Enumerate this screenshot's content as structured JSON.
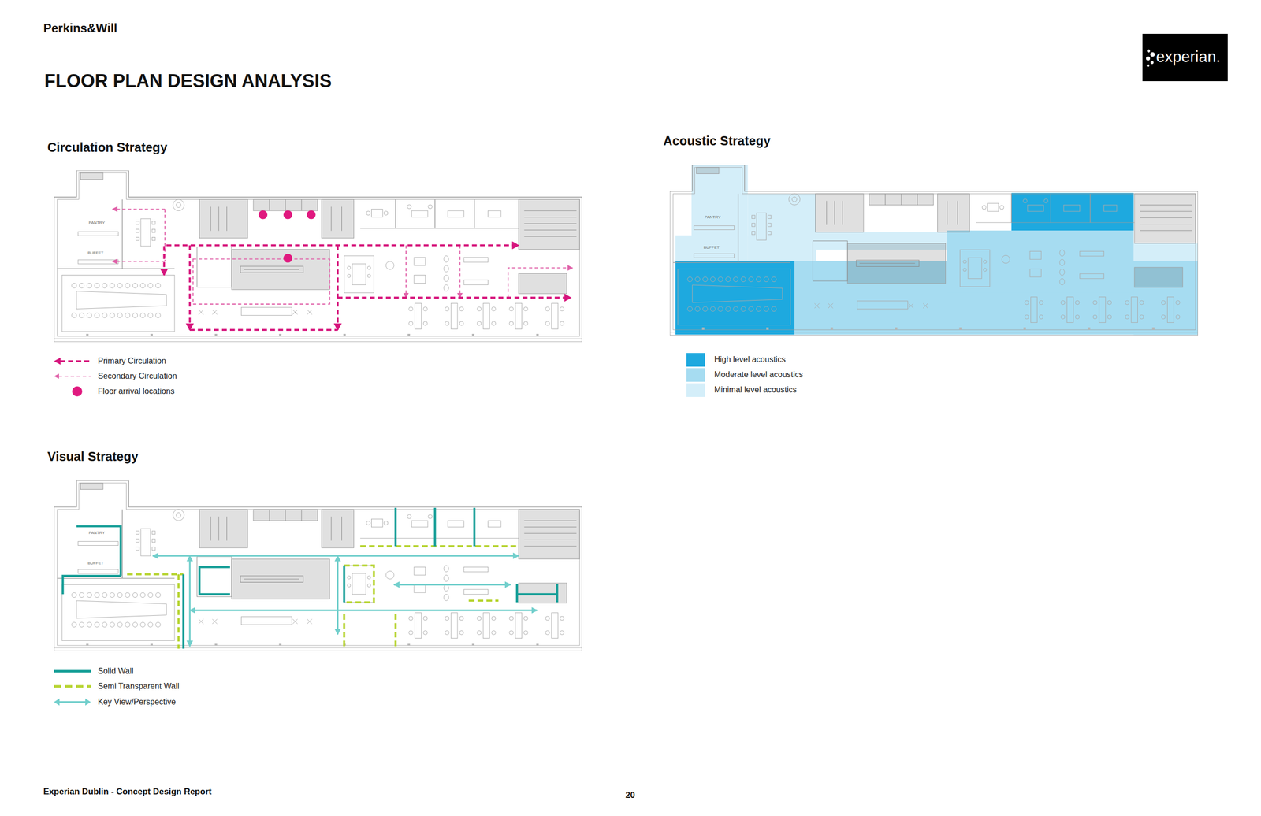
{
  "diagram": {
    "title": "FLOOR PLAN DESIGN ANALYSIS",
    "nodes": [
      {
        "text": [
          "experian."
        ]
      },
      {
        "text": [
          "Circulation Strategy"
        ]
      },
      {
        "text": [
          "Acoustic Strategy"
        ]
      },
      {
        "text": [
          "Visual Strategy"
        ]
      }
    ],
    "labels": [
      "Perkins&Will",
      "PANTRY",
      "BUFFET",
      "PANTRY",
      "BUFFET",
      "PANTRY",
      "BUFFET",
      "Experian Dublin - Concept Design Report",
      "20"
    ],
    "legend": [
      {
        "text": "Primary Circulation"
      },
      {
        "text": "Secondary Circulation"
      },
      {
        "text": "Floor arrival locations"
      },
      {
        "text": "High level acoustics",
        "color": "#1ea9df"
      },
      {
        "text": "Moderate level acoustics",
        "color": "#a6dcf1"
      },
      {
        "text": "Minimal level acoustics",
        "color": "#d4eef9"
      },
      {
        "text": "Solid Wall"
      },
      {
        "text": "Semi Transparent Wall"
      },
      {
        "text": "Key View/Perspective"
      }
    ]
  }
}
